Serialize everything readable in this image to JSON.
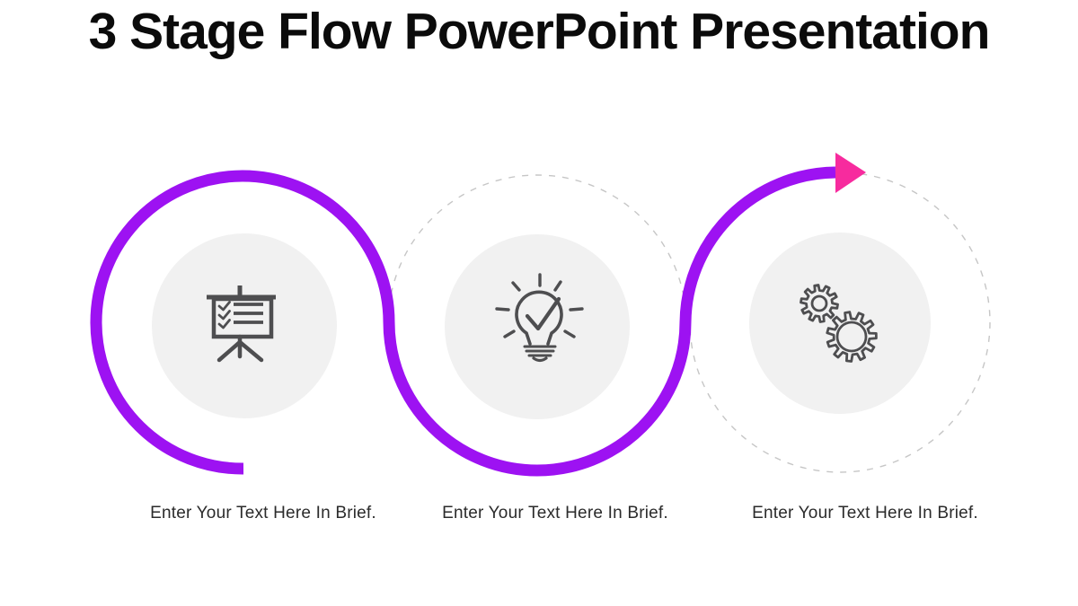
{
  "title": "3 Stage Flow PowerPoint Presentation",
  "stages": [
    {
      "id": 1,
      "icon": "presentation-board-icon",
      "caption": "Enter Your Text Here In Brief."
    },
    {
      "id": 2,
      "icon": "lightbulb-check-icon",
      "caption": "Enter Your Text Here In Brief."
    },
    {
      "id": 3,
      "icon": "gears-icon",
      "caption": "Enter Your Text Here In Brief."
    }
  ],
  "flow": {
    "line_color": "#9D12F2",
    "arrowhead_color": "#F72B9E"
  },
  "colors": {
    "background": "#FFFFFF",
    "stage_circle_fill": "#F1F1F1",
    "dashed_circle_stroke": "#C6C6C6",
    "icon_stroke": "#4E4E50",
    "title_text": "#0B0B0B",
    "caption_text": "#2B2B2B"
  }
}
